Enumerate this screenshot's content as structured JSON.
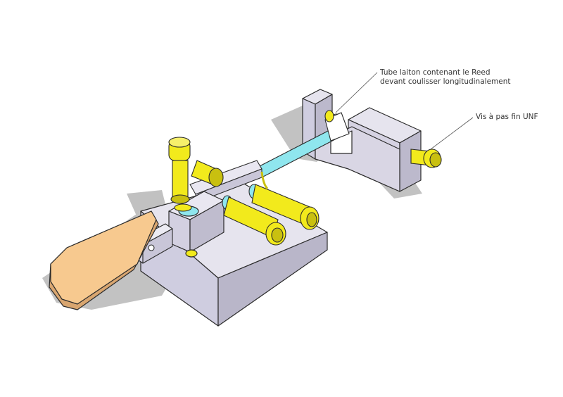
{
  "annotations": {
    "tube_line1": "Tube laiton contenant le Reed",
    "tube_line2": "devant coulisser longitudinalement",
    "screw": "Vis à pas fin UNF"
  },
  "colors": {
    "body": "#d9d6e4",
    "body_side": "#b9b6c9",
    "shadow": "#8f8f8f",
    "brass": "#f2ea1c",
    "brass_dark": "#c9c010",
    "tube": "#8fe6ee",
    "paddle": "#f7c98f",
    "outline": "#2b2b2b"
  }
}
